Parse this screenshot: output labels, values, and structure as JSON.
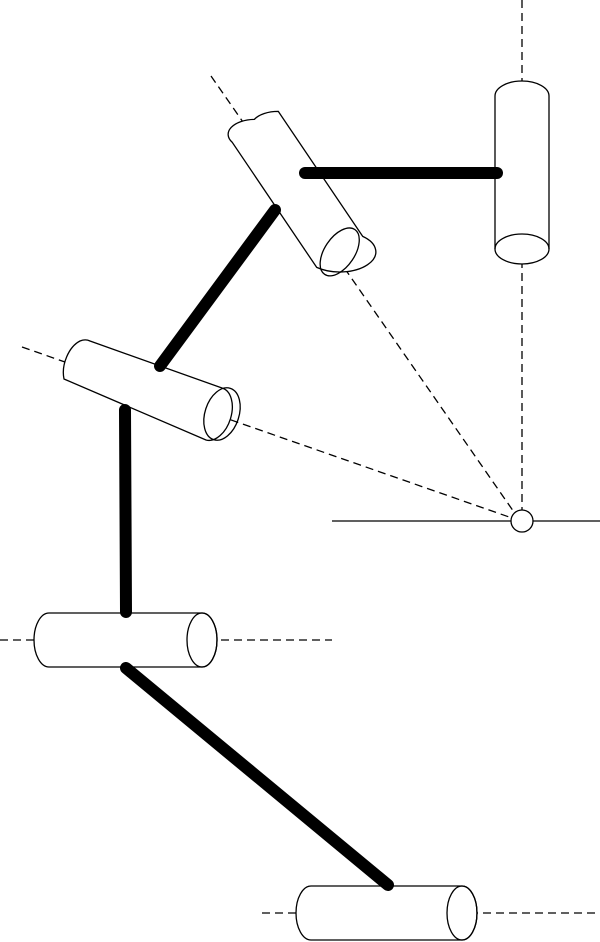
{
  "diagram": {
    "kind": "kinematic-chain",
    "joints": [
      {
        "id": "joint-1",
        "shape": "cylinder",
        "axis": "vertical"
      },
      {
        "id": "joint-2",
        "shape": "cylinder",
        "axis": "inclined"
      },
      {
        "id": "joint-3",
        "shape": "cylinder",
        "axis": "inclined"
      },
      {
        "id": "joint-4",
        "shape": "cylinder",
        "axis": "horizontal"
      },
      {
        "id": "joint-5",
        "shape": "cylinder",
        "axis": "horizontal"
      }
    ],
    "links": [
      {
        "id": "link-1",
        "from": "joint-1",
        "to": "joint-2"
      },
      {
        "id": "link-2",
        "from": "joint-2",
        "to": "joint-3"
      },
      {
        "id": "link-3",
        "from": "joint-3",
        "to": "joint-4"
      },
      {
        "id": "link-4",
        "from": "joint-4",
        "to": "joint-5"
      }
    ],
    "pivot": {
      "id": "base-pivot",
      "shape": "circle"
    },
    "colors": {
      "stroke": "#000000",
      "background": "#ffffff"
    }
  }
}
